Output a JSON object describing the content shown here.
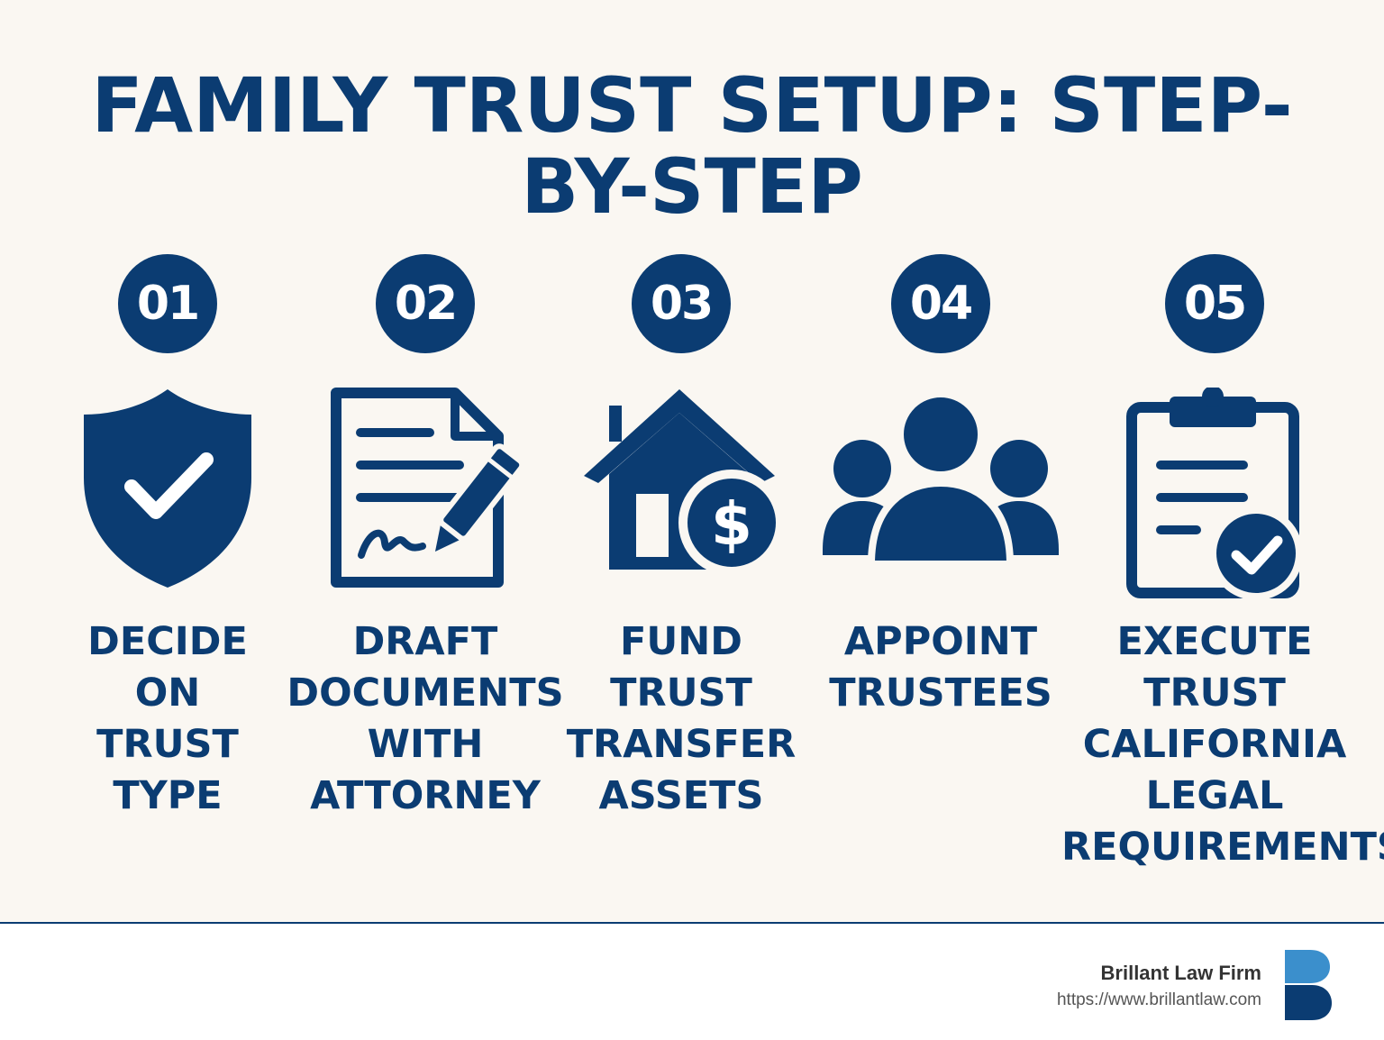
{
  "title": {
    "line1": "FAMILY TRUST SETUP: STEP-",
    "line2": "BY-STEP"
  },
  "colors": {
    "primary": "#0b3c72",
    "background": "#faf7f2",
    "logo_light": "#3b8fcc"
  },
  "steps": [
    {
      "number": "01",
      "icon": "shield-check-icon",
      "lines": [
        "DECIDE",
        "ON",
        "TRUST",
        "TYPE"
      ]
    },
    {
      "number": "02",
      "icon": "document-signature-icon",
      "lines": [
        "DRAFT",
        "DOCUMENTS",
        "WITH",
        "ATTORNEY"
      ]
    },
    {
      "number": "03",
      "icon": "house-dollar-icon",
      "lines": [
        "FUND",
        "TRUST",
        "TRANSFER",
        "ASSETS"
      ]
    },
    {
      "number": "04",
      "icon": "people-group-icon",
      "lines": [
        "APPOINT",
        "TRUSTEES"
      ]
    },
    {
      "number": "05",
      "icon": "clipboard-check-icon",
      "lines": [
        "EXECUTE",
        "TRUST",
        "CALIFORNIA",
        "LEGAL",
        "REQUIREMENTS"
      ]
    }
  ],
  "footer": {
    "brand_name": "Brillant Law Firm",
    "url": "https://www.brillantlaw.com",
    "logo_icon": "brillant-b-logo-icon"
  }
}
